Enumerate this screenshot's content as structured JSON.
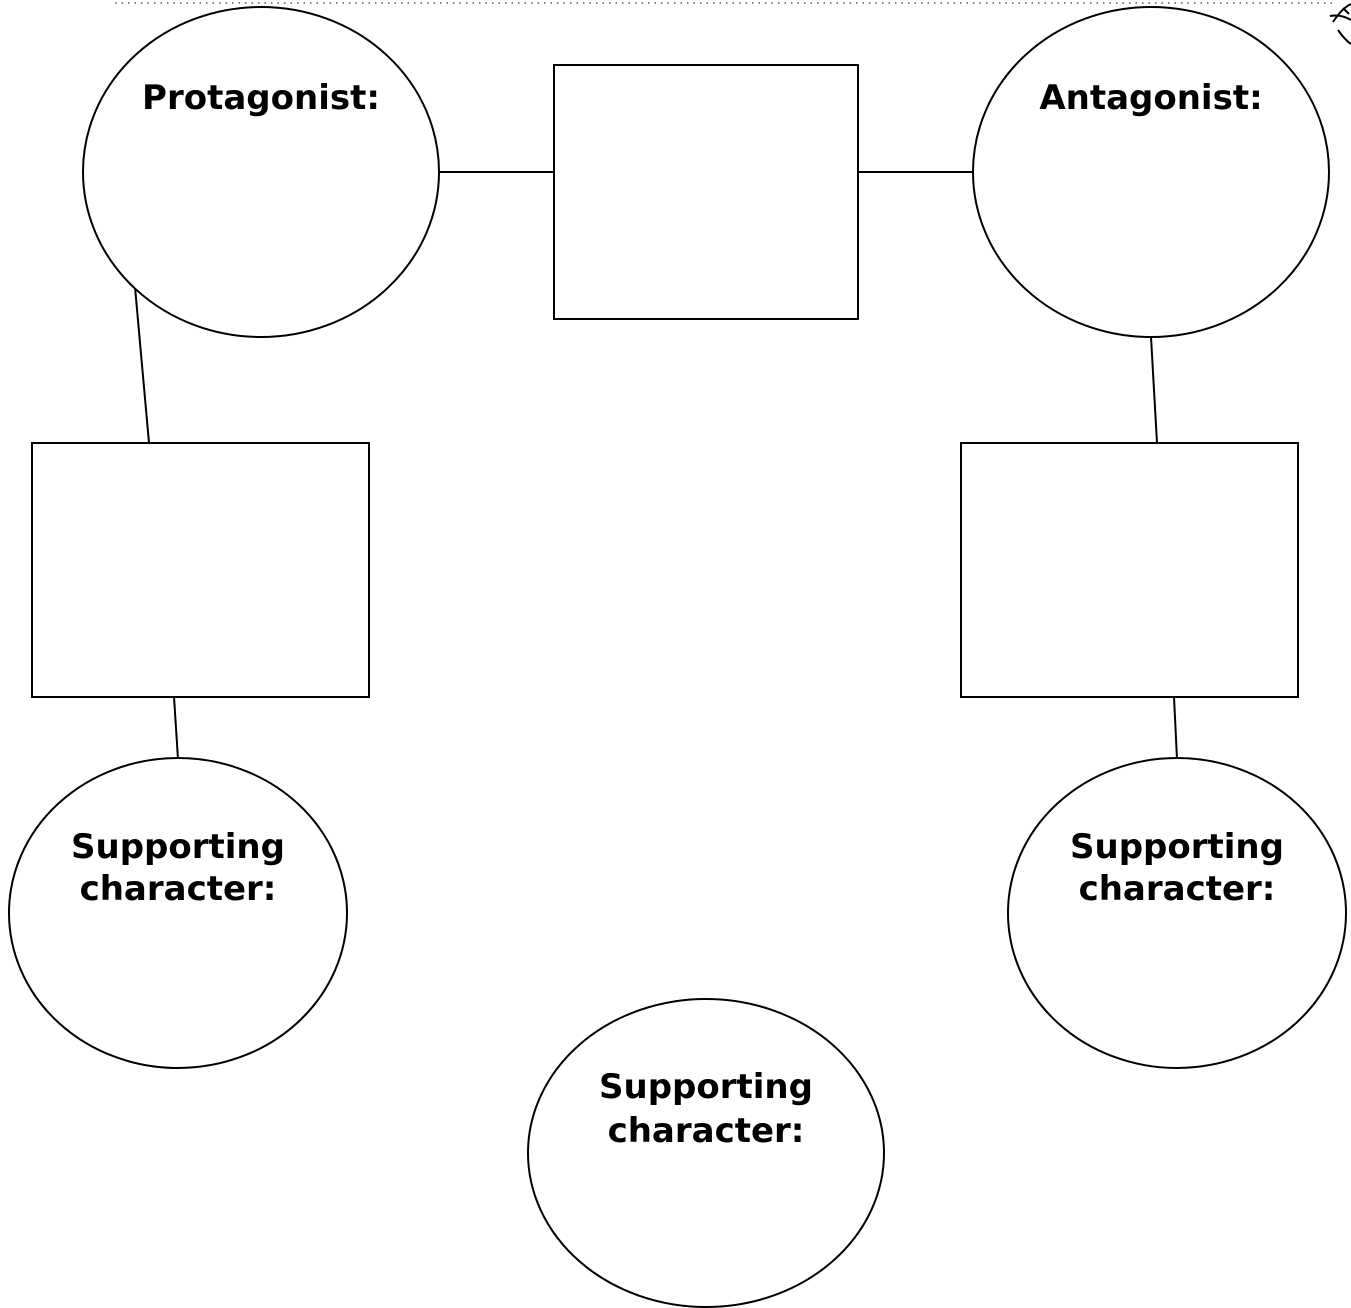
{
  "nodes": {
    "protagonist": {
      "label": "Protagonist:"
    },
    "antagonist": {
      "label": "Antagonist:"
    },
    "supporting_left": {
      "line1": "Supporting",
      "line2": "character:"
    },
    "supporting_right": {
      "line1": "Supporting",
      "line2": "character:"
    },
    "supporting_bottom": {
      "line1": "Supporting",
      "line2": "character:"
    }
  },
  "boxes": {
    "relation_top": {
      "text": ""
    },
    "relation_left": {
      "text": ""
    },
    "relation_right": {
      "text": ""
    }
  },
  "colors": {
    "stroke": "#000000",
    "background": "#ffffff"
  }
}
